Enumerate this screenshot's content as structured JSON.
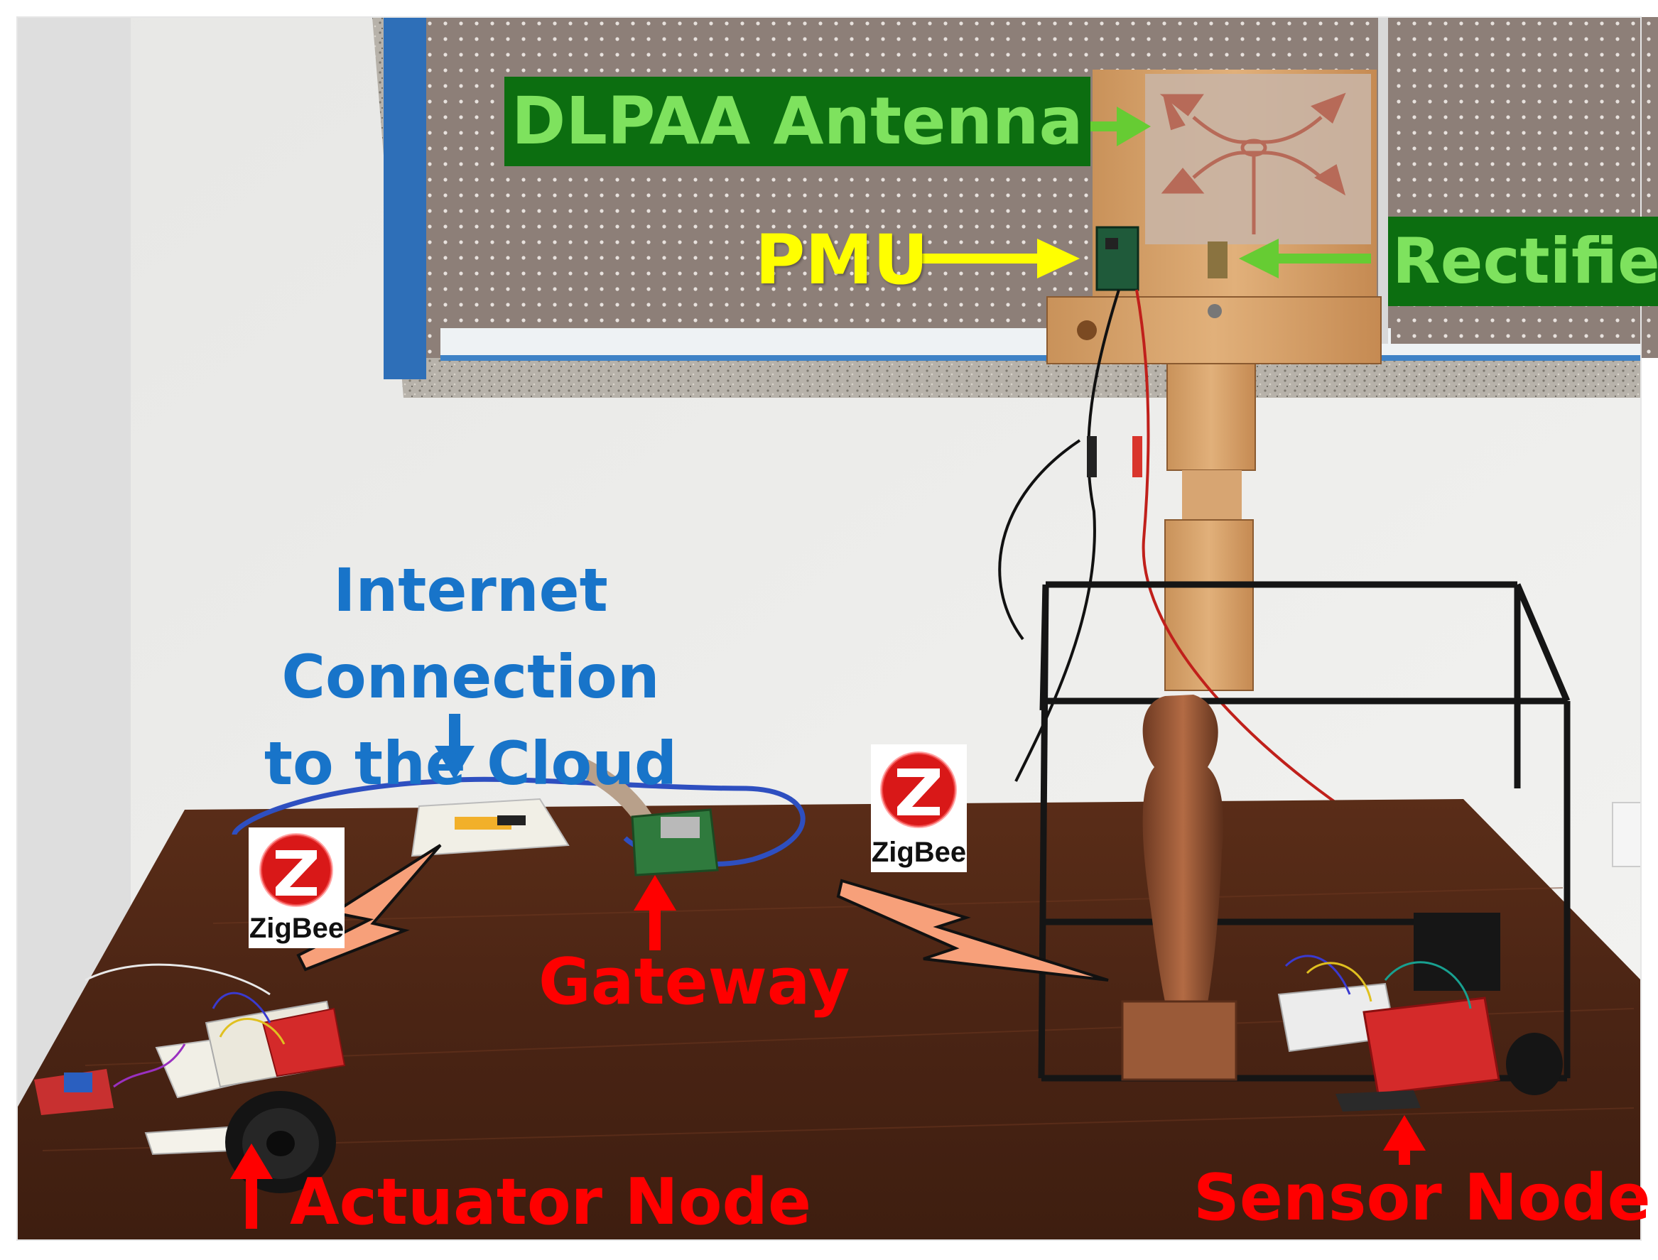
{
  "labels": {
    "antenna": "DLPAA Antenna",
    "rectifier": "Rectifier",
    "pmu": "PMU",
    "internet_line1": "Internet Connection",
    "internet_line2": "to the Cloud",
    "gateway": "Gateway",
    "actuator": "Actuator Node",
    "sensor": "Sensor Node"
  },
  "logos": {
    "zigbee_text": "ZigBee"
  },
  "colors": {
    "antenna_label_bg": "#0c6e10",
    "antenna_label_text": "#7ee25e",
    "pmu_text": "#ffff00",
    "internet_text": "#1874c9",
    "node_labels": "#ff0000",
    "green_arrow": "#66cc33",
    "wireless_link": "#f7a07a"
  },
  "icons": [
    "zigbee-logo",
    "lightning-link-icon",
    "arrow-icon"
  ]
}
